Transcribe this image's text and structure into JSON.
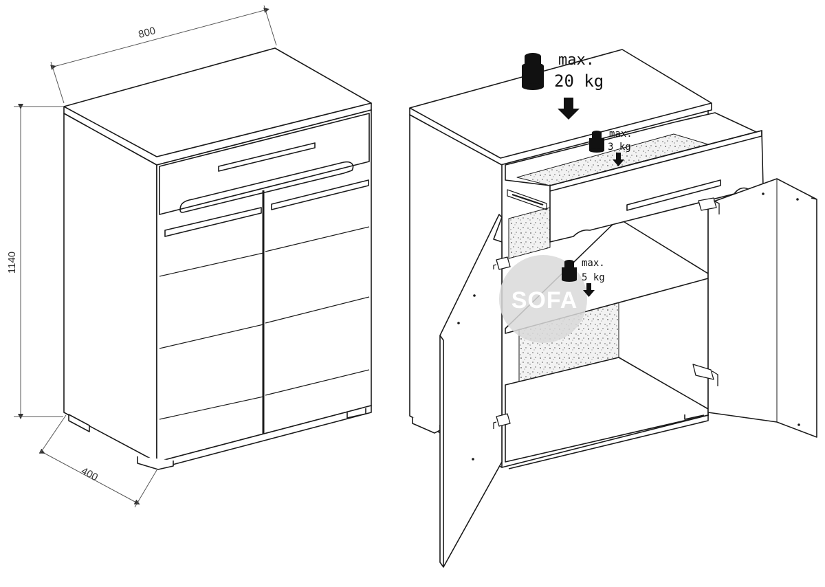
{
  "dimensions": {
    "width": "800",
    "height": "1140",
    "depth": "400"
  },
  "loads": {
    "top": {
      "label": "max.",
      "value": "20 kg"
    },
    "drawer": {
      "label": "max.",
      "value": "3 kg"
    },
    "shelf": {
      "label": "max.",
      "value": "5 kg"
    }
  },
  "watermark": {
    "text": "SOFA"
  },
  "colors": {
    "line": "#1a1a1a",
    "speckle_fill": "#eeeeee",
    "watermark": "#d9d9d9"
  },
  "icons": [
    "weight-icon",
    "down-arrow-icon",
    "hinge-icon",
    "drawer-runner-icon"
  ]
}
